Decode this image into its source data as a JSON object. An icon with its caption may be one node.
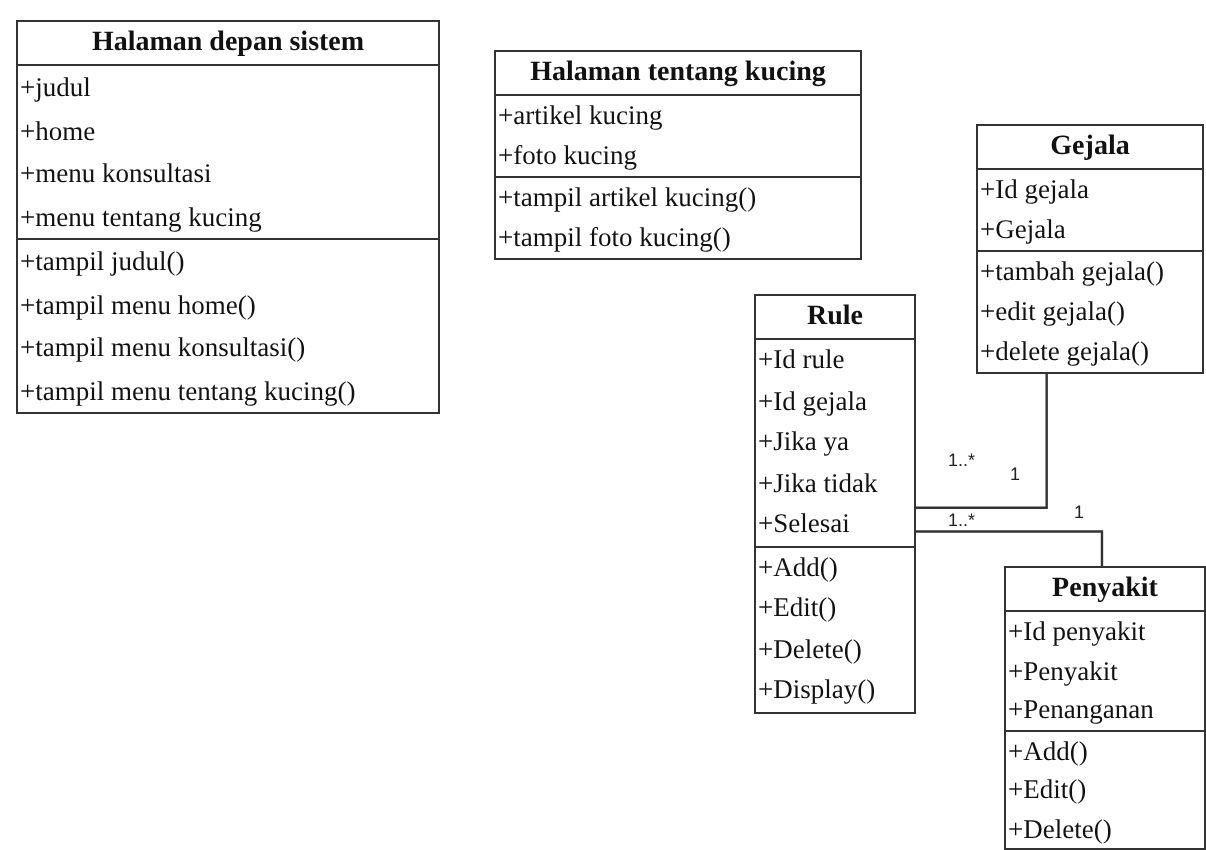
{
  "diagram": {
    "nodes": [
      {
        "text": [
          "Halaman depan sistem"
        ]
      },
      {
        "text": [
          "+judul",
          "+home",
          "+menu konsultasi",
          "+menu tentang kucing"
        ],
        "in": 0
      },
      {
        "text": [
          "+tampil judul()",
          "+tampil menu home()",
          "+tampil menu konsultasi()",
          "+tampil menu tentang kucing()"
        ],
        "in": 0
      },
      {
        "text": [
          "Halaman tentang kucing"
        ]
      },
      {
        "text": [
          "+artikel kucing",
          "+foto kucing"
        ],
        "in": 3
      },
      {
        "text": [
          "+tampil artikel kucing()",
          "+tampil foto kucing()"
        ],
        "in": 3
      },
      {
        "text": [
          "Gejala"
        ]
      },
      {
        "text": [
          "+Id gejala",
          "+Gejala"
        ],
        "in": 6
      },
      {
        "text": [
          "+tambah gejala()",
          "+edit gejala()",
          "+delete gejala()"
        ],
        "in": 6
      },
      {
        "text": [
          "Rule"
        ]
      },
      {
        "text": [
          "+Id rule",
          "+Id gejala",
          "+Jika ya",
          "+Jika tidak",
          "+Selesai"
        ],
        "in": 9
      },
      {
        "text": [
          "+Add()",
          "+Edit()",
          "+Delete()",
          "+Display()"
        ],
        "in": 9
      },
      {
        "text": [
          "Penyakit"
        ]
      },
      {
        "text": [
          "+Id penyakit",
          "+Penyakit",
          "+Penanganan"
        ],
        "in": 12
      },
      {
        "text": [
          "+Add()",
          "+Edit()",
          "+Delete()"
        ],
        "in": 12
      }
    ],
    "edges": [
      {
        "from": 9,
        "to": 6,
        "arrow": "none"
      },
      {
        "from": 9,
        "to": 12,
        "arrow": "none"
      }
    ],
    "labels": [
      "1..*",
      "1",
      "1..*",
      "1"
    ]
  }
}
